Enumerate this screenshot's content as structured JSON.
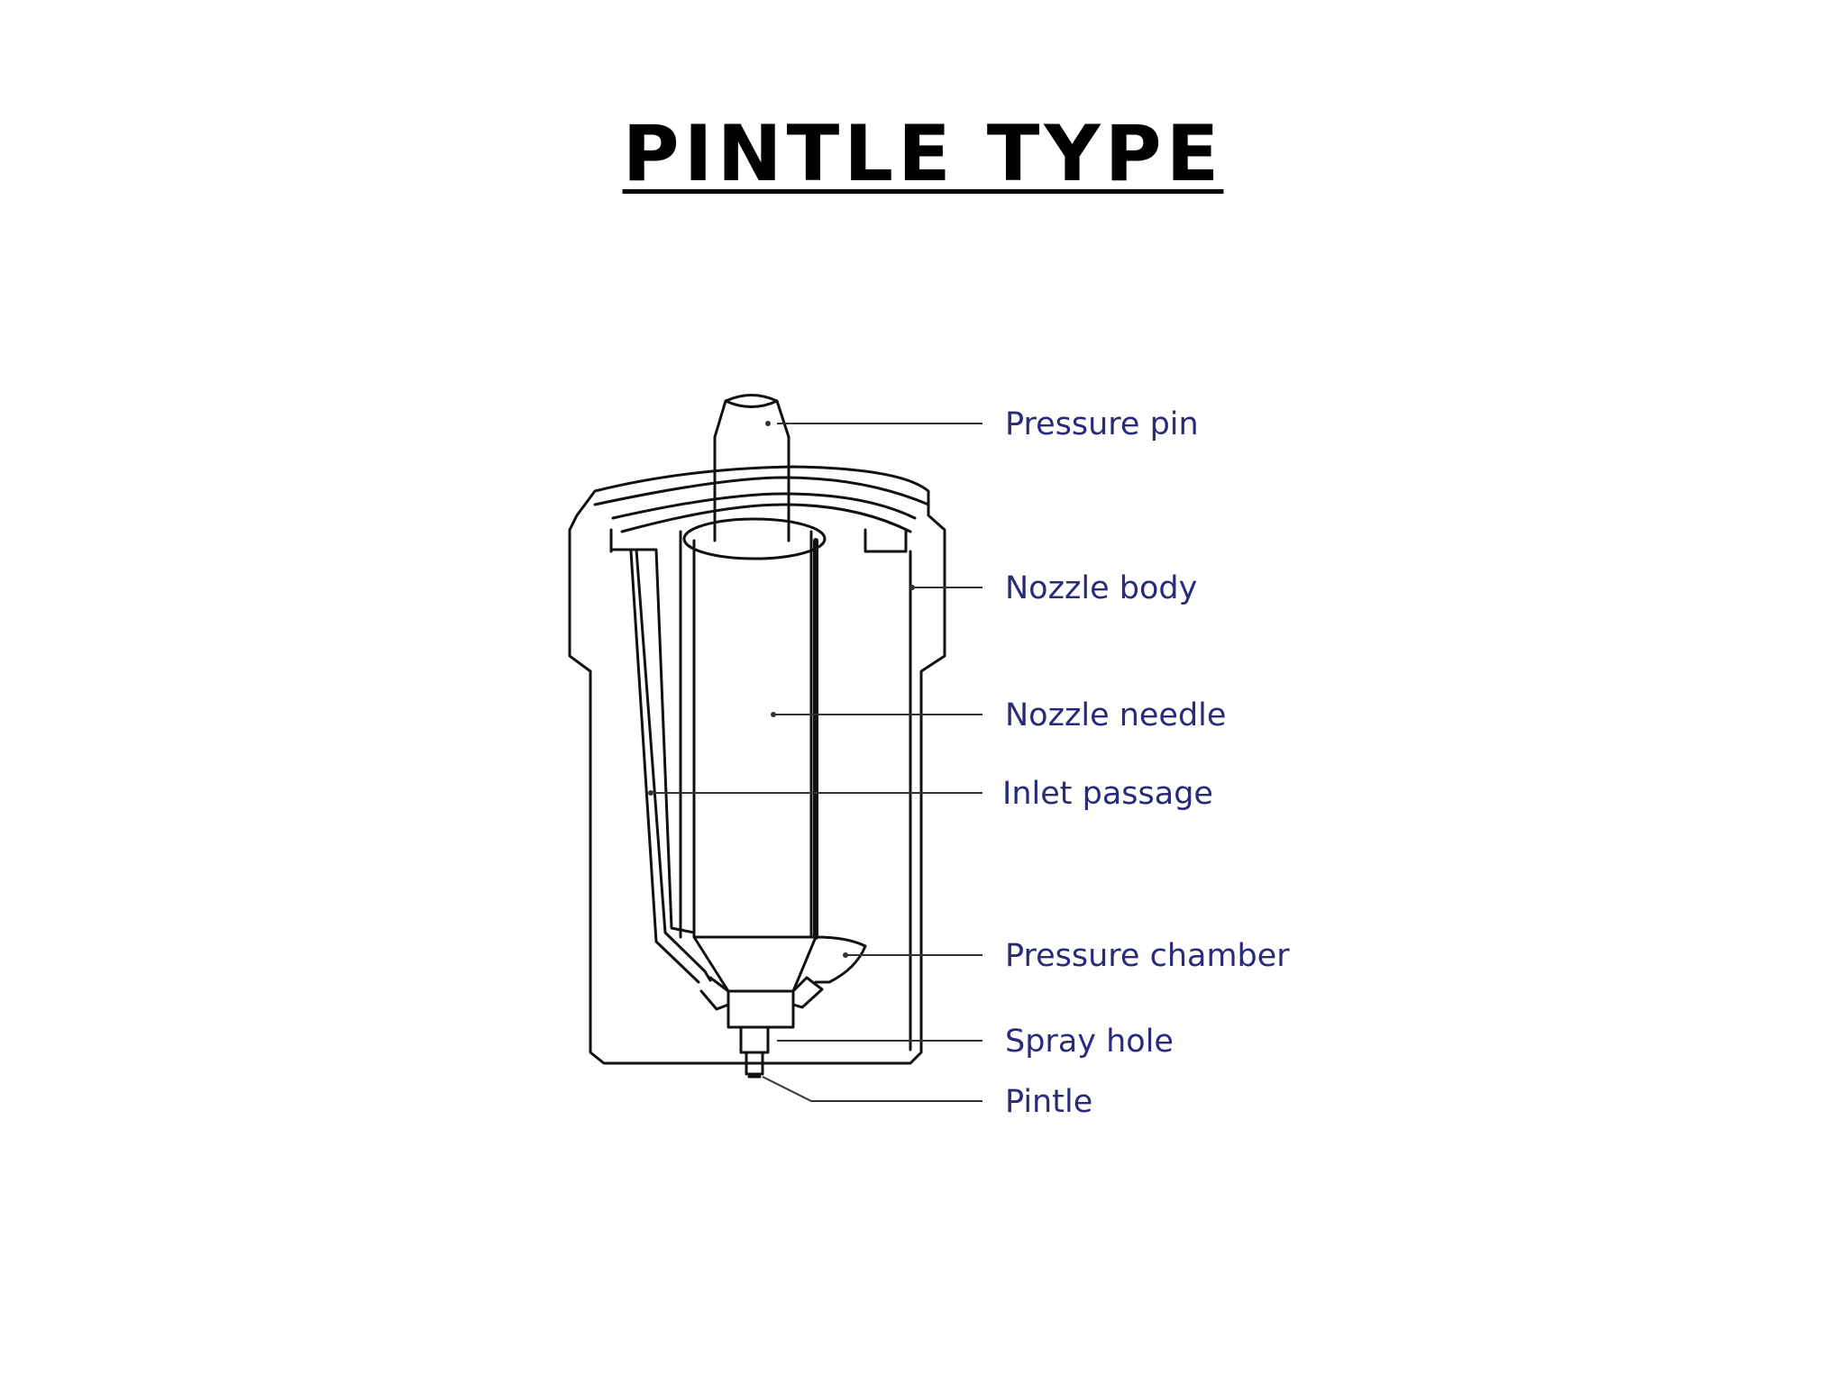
{
  "title": "PINTLE TYPE",
  "colors": {
    "label_text": "#2a2a7a",
    "outline": "#111111",
    "leader": "#333333"
  },
  "labels": {
    "pressure_pin": "Pressure pin",
    "nozzle_body": "Nozzle body",
    "nozzle_needle": "Nozzle needle",
    "inlet_passage": "Inlet passage",
    "pressure_chamber": "Pressure chamber",
    "spray_hole": "Spray hole",
    "pintle": "Pintle"
  }
}
